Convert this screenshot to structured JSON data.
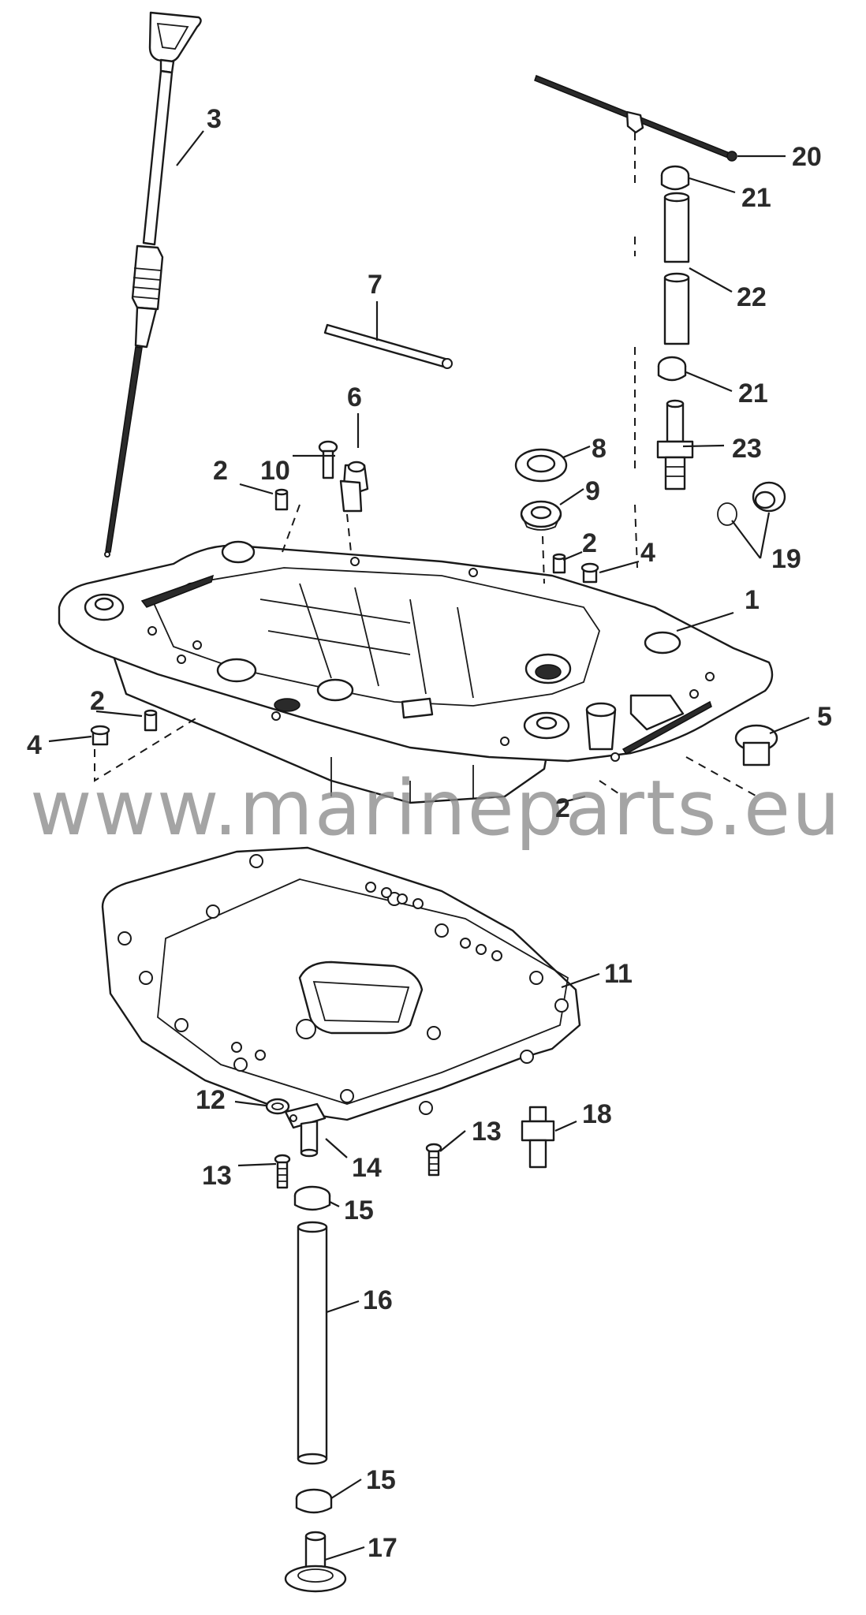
{
  "diagram": {
    "watermark": "www.marineparts.eu",
    "callouts": {
      "c1": "1",
      "c2a": "2",
      "c2b": "2",
      "c2c": "2",
      "c2d": "2",
      "c3": "3",
      "c4a": "4",
      "c4b": "4",
      "c5": "5",
      "c6": "6",
      "c7": "7",
      "c8": "8",
      "c9": "9",
      "c10": "10",
      "c11": "11",
      "c12": "12",
      "c13a": "13",
      "c13b": "13",
      "c14": "14",
      "c15a": "15",
      "c15b": "15",
      "c16": "16",
      "c17": "17",
      "c18": "18",
      "c19": "19",
      "c20": "20",
      "c21a": "21",
      "c21b": "21",
      "c22": "22",
      "c23": "23"
    }
  }
}
